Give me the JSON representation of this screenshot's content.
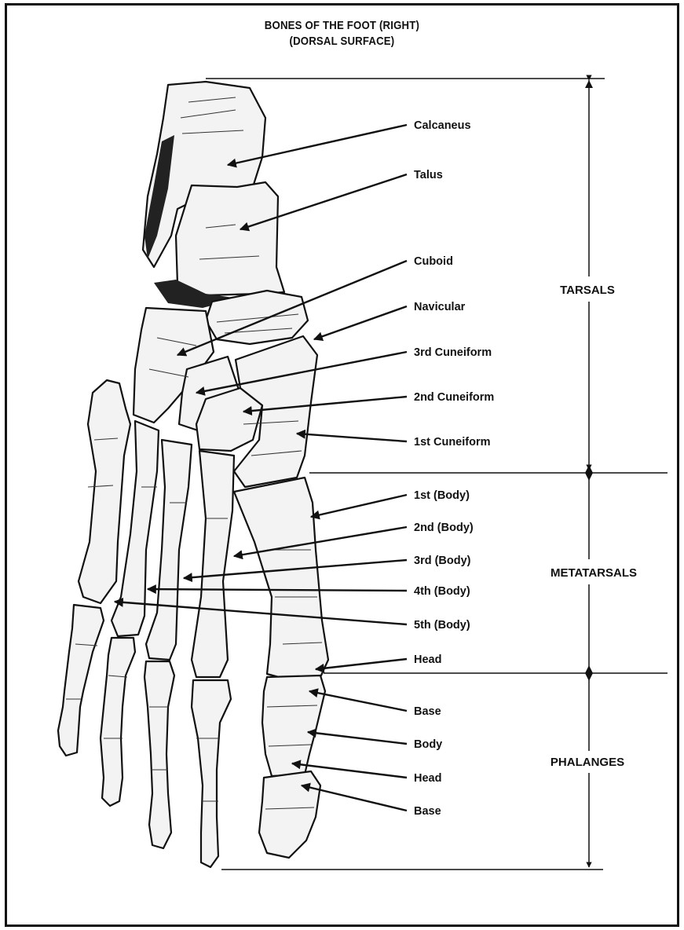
{
  "title_line1": "BONES OF THE FOOT (RIGHT)",
  "title_line2": "(DORSAL SURFACE)",
  "labels": [
    "Calcaneus",
    "Talus",
    "Cuboid",
    "Navicular",
    "3rd Cuneiform",
    "2nd Cuneiform",
    "1st Cuneiform",
    "1st (Body)",
    "2nd (Body)",
    "3rd (Body)",
    "4th (Body)",
    "5th (Body)",
    "Head",
    "Base",
    "Body",
    "Head",
    "Base"
  ],
  "groups": [
    "TARSALS",
    "METATARSALS",
    "PHALANGES"
  ]
}
